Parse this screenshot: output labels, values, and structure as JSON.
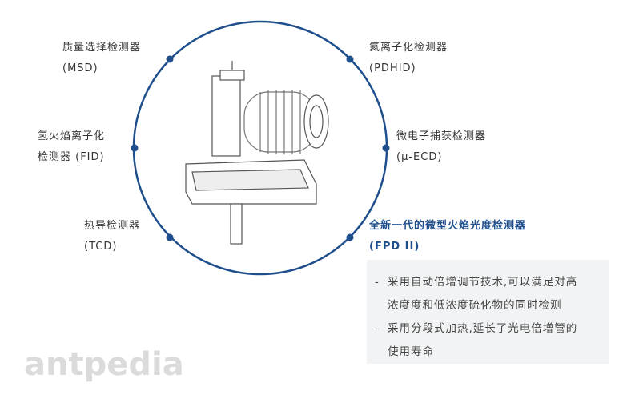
{
  "detectors_left": [
    {
      "name": "质量选择检测器",
      "abbr": "(MSD)"
    },
    {
      "name": "氢火焰离子化",
      "abbr": "检测器 (FID)"
    },
    {
      "name": "热导检测器",
      "abbr": "(TCD)"
    }
  ],
  "detectors_right": [
    {
      "name": "氦离子化检测器",
      "abbr": "(PDHID)"
    },
    {
      "name": "微电子捕获检测器",
      "abbr": "(μ-ECD)"
    }
  ],
  "highlight": {
    "name": "全新一代的微型火焰光度检测器",
    "abbr": "(FPD II)"
  },
  "features": [
    {
      "line1": "采用自动倍增调节技术,可以满足对高",
      "line2": "浓度度和低浓度硫化物的同时检测"
    },
    {
      "line1": "采用分段式加热,延长了光电倍增管的",
      "line2": "使用寿命"
    }
  ],
  "bullet_char": "-",
  "watermark": "antpedia",
  "colors": {
    "accent": "#1f4e8c",
    "box": "#f2f3f4"
  }
}
